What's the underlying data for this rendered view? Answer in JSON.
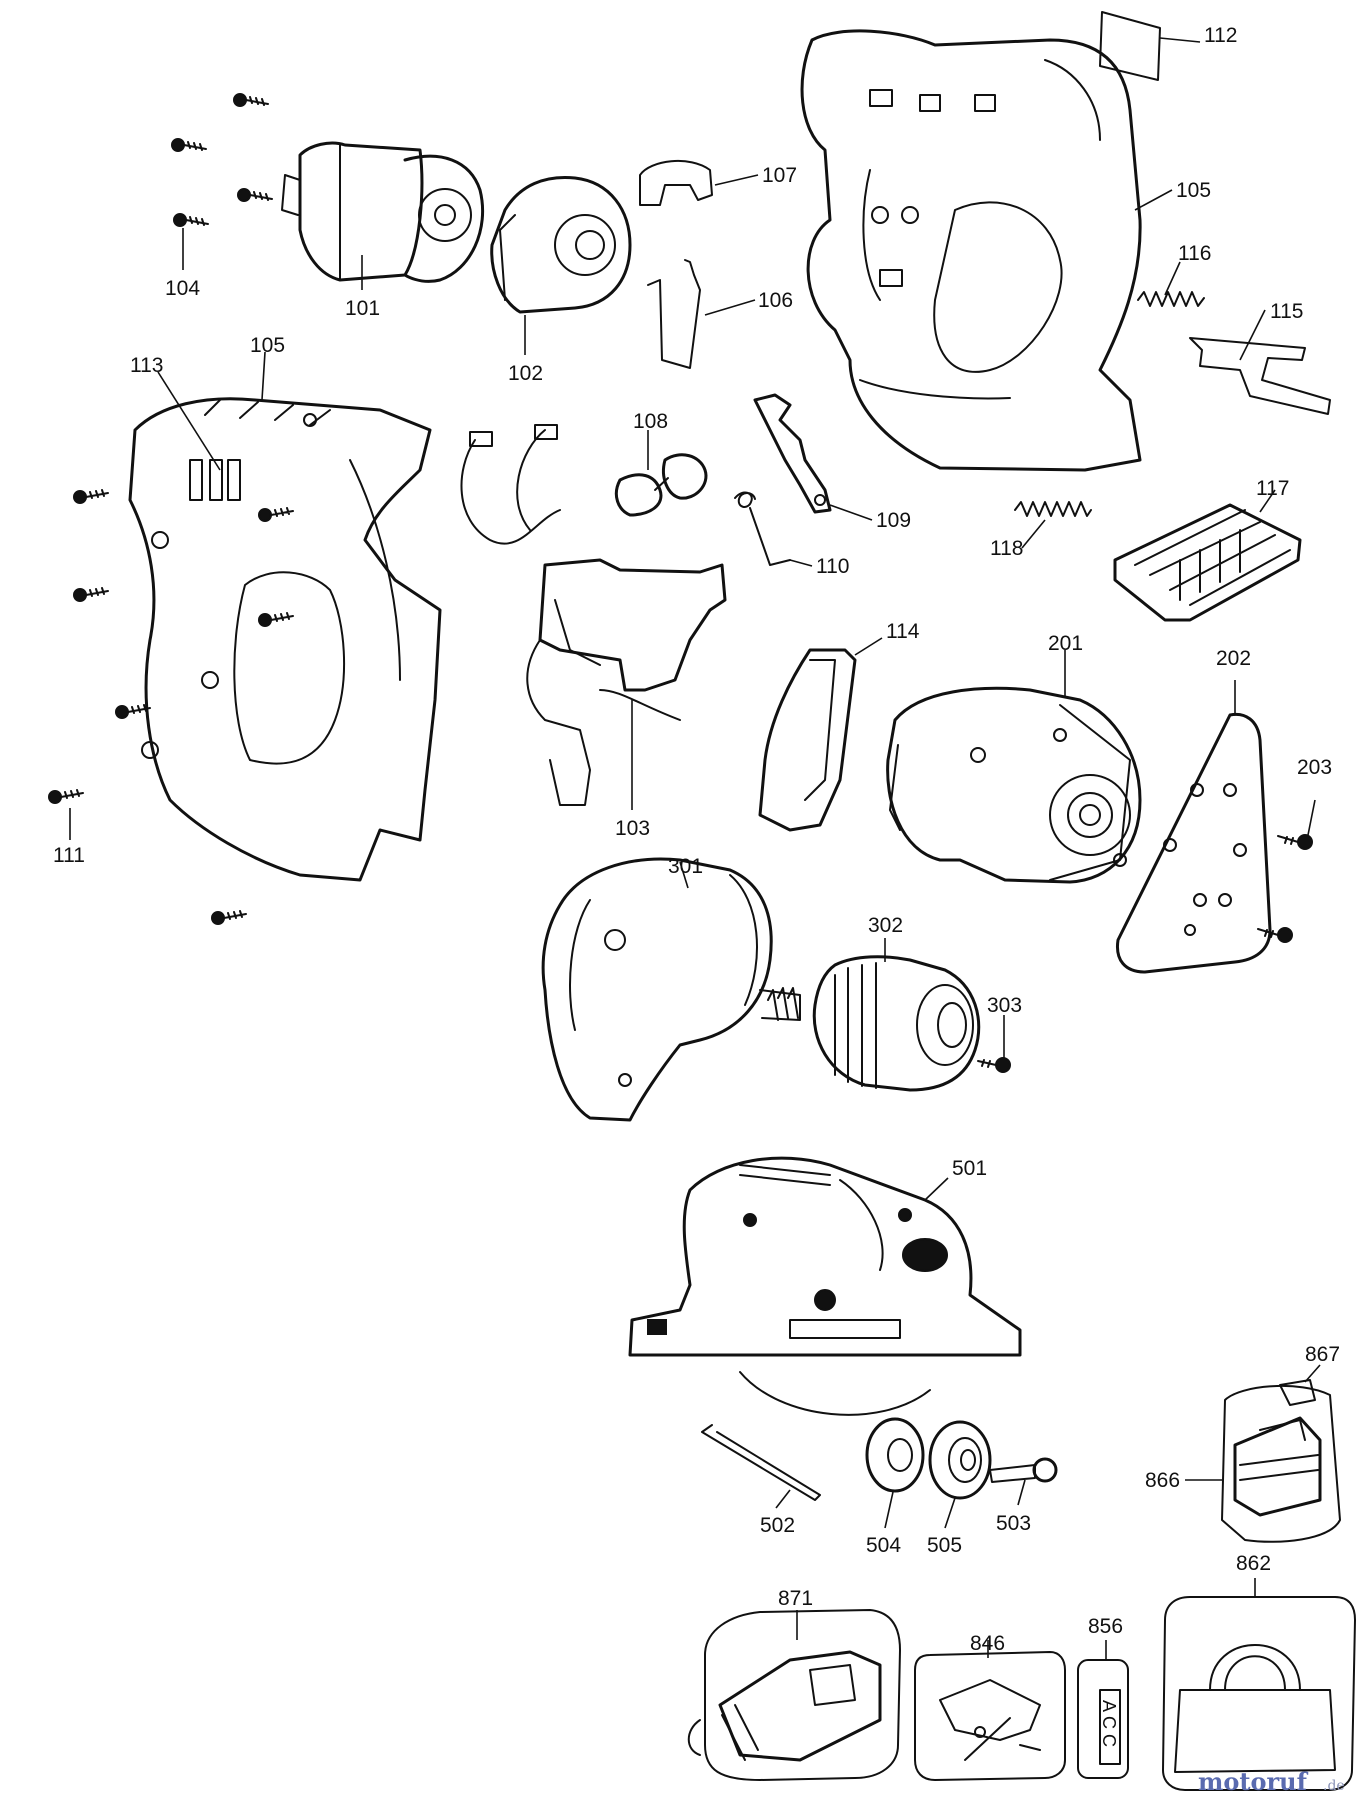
{
  "diagram": {
    "part_labels": [
      "112",
      "107",
      "105",
      "104",
      "101",
      "102",
      "106",
      "116",
      "115",
      "113",
      "105",
      "108",
      "109",
      "110",
      "118",
      "117",
      "111",
      "103",
      "114",
      "201",
      "202",
      "203",
      "301",
      "302",
      "303",
      "501",
      "867",
      "866",
      "502",
      "504",
      "505",
      "503",
      "871",
      "846",
      "856",
      "862"
    ],
    "accessory_label_text": "A C C",
    "watermark": {
      "brand": "motoruf",
      "suffix": ".de"
    }
  }
}
